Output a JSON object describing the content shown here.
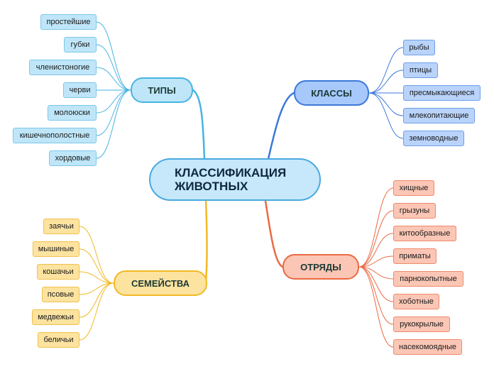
{
  "center": {
    "line1": "КЛАССИФИКАЦИЯ",
    "line2": "ЖИВОТНЫХ"
  },
  "branches": {
    "types": {
      "label": "ТИПЫ",
      "items": [
        "простейшие",
        "губки",
        "членистоногие",
        "черви",
        "молоюски",
        "кишечнополостные",
        "хордовые"
      ]
    },
    "classes": {
      "label": "КЛАССЫ",
      "items": [
        "рыбы",
        "птицы",
        "пресмыкающиеся",
        "млекопитающие",
        "земноводные"
      ]
    },
    "families": {
      "label": "СЕМЕЙСТВА",
      "items": [
        "заячьи",
        "мышиные",
        "кошачьи",
        "псовые",
        "медвежьи",
        "беличьи"
      ]
    },
    "orders": {
      "label": "ОТРЯДЫ",
      "items": [
        "хищные",
        "грызуны",
        "китообразные",
        "приматы",
        "парнокопытные",
        "хоботные",
        "рукокрылые",
        "насекомоядные"
      ]
    }
  },
  "colors": {
    "types": "#47b3e3",
    "classes": "#3b78d8",
    "families": "#f1b925",
    "orders": "#ea6a43"
  }
}
